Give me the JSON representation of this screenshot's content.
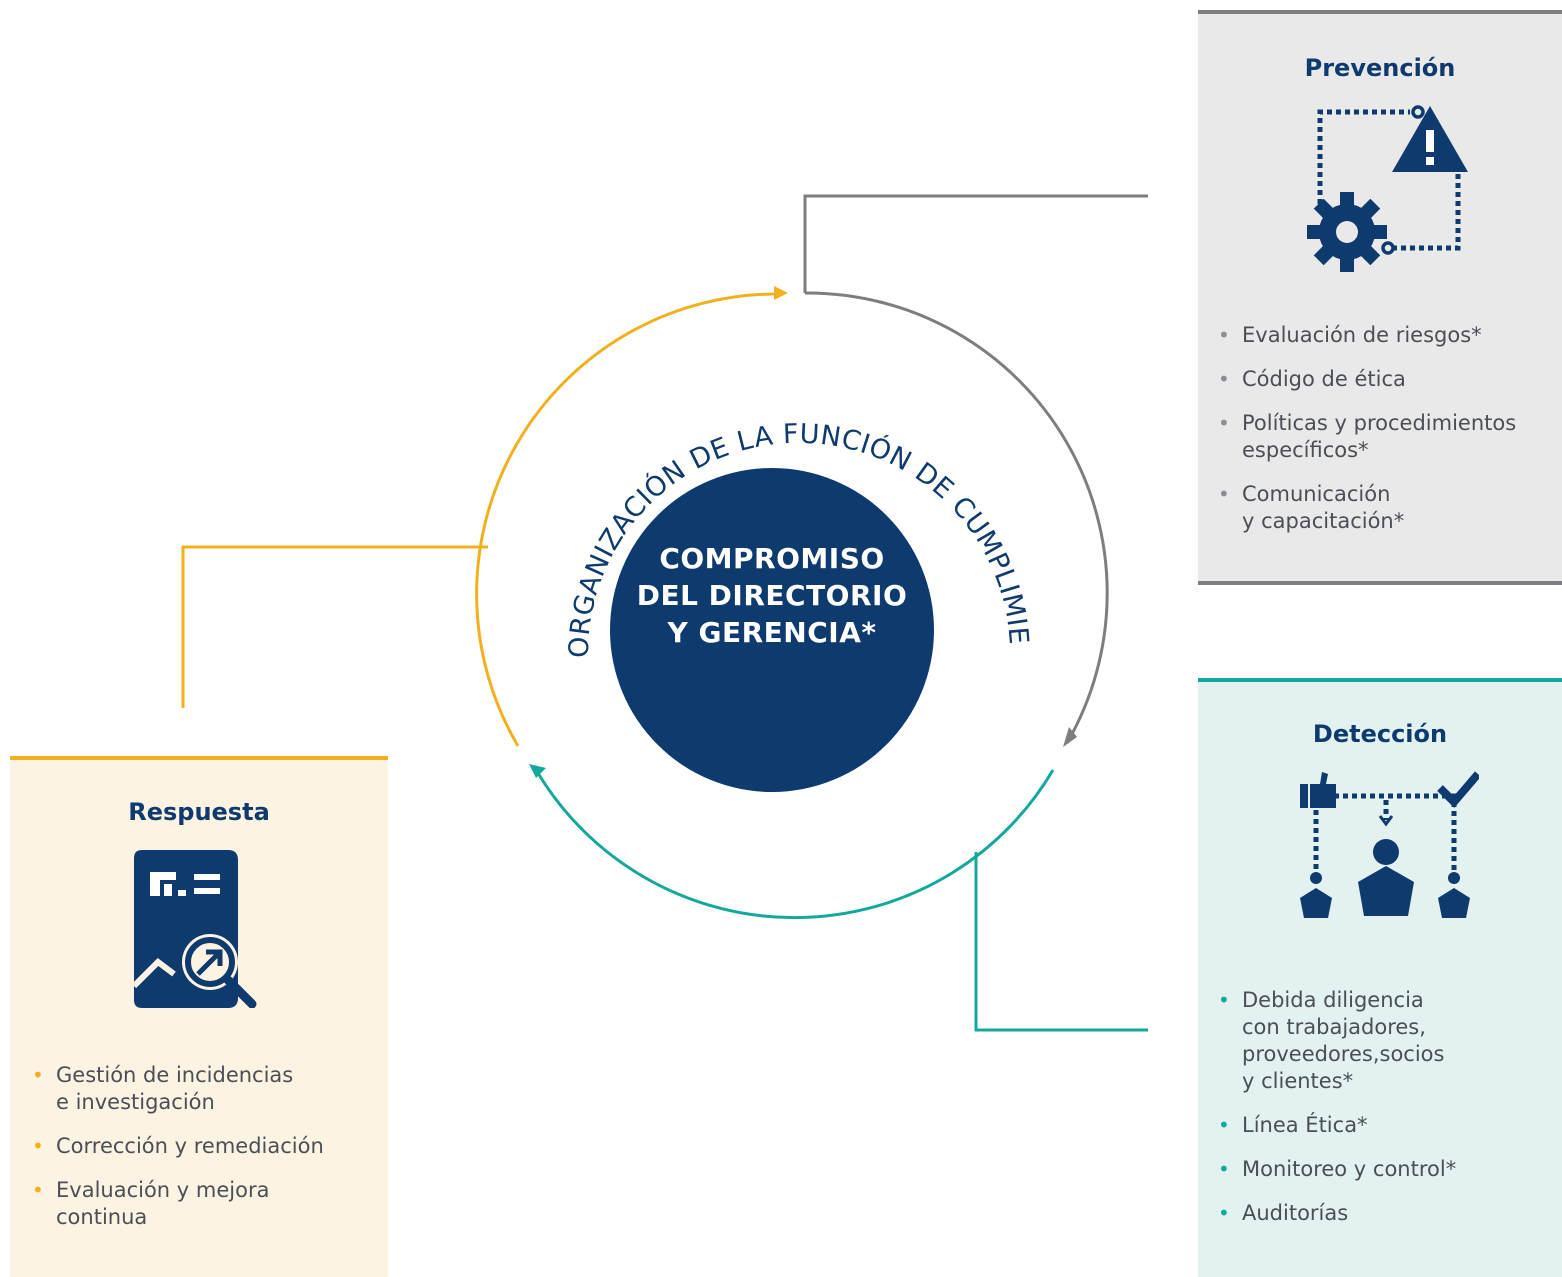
{
  "center": {
    "ring_text": "ORGANIZACIÓN DE LA FUNCIÓN DE CUMPLIMIENTO*",
    "title_lines": [
      "COMPROMISO",
      "DEL DIRECTORIO",
      "Y GERENCIA*"
    ]
  },
  "prevencion": {
    "title": "Prevención",
    "icon": "gear-warning-icon",
    "items": [
      [
        "Evaluación de riesgos*"
      ],
      [
        "Código de ética"
      ],
      [
        "Políticas y procedimientos",
        "específicos*"
      ],
      [
        "Comunicación",
        "y capacitación*"
      ]
    ]
  },
  "deteccion": {
    "title": "Detección",
    "icon": "people-network-icon",
    "items": [
      [
        "Debida diligencia",
        "con trabajadores,",
        "proveedores,socios",
        "y clientes*"
      ],
      [
        "Línea Ética*"
      ],
      [
        "Monitoreo y control*"
      ],
      [
        "Auditorías"
      ]
    ]
  },
  "respuesta": {
    "title": "Respuesta",
    "icon": "document-search-chart-icon",
    "items": [
      [
        "Gestión de incidencias",
        "e investigación"
      ],
      [
        "Corrección y remediación"
      ],
      [
        "Evaluación y mejora",
        "continua"
      ]
    ]
  },
  "colors": {
    "navy": "#0e3a6e",
    "gray": "#7d7e81",
    "teal": "#12a99c",
    "amber": "#f2b01e"
  }
}
